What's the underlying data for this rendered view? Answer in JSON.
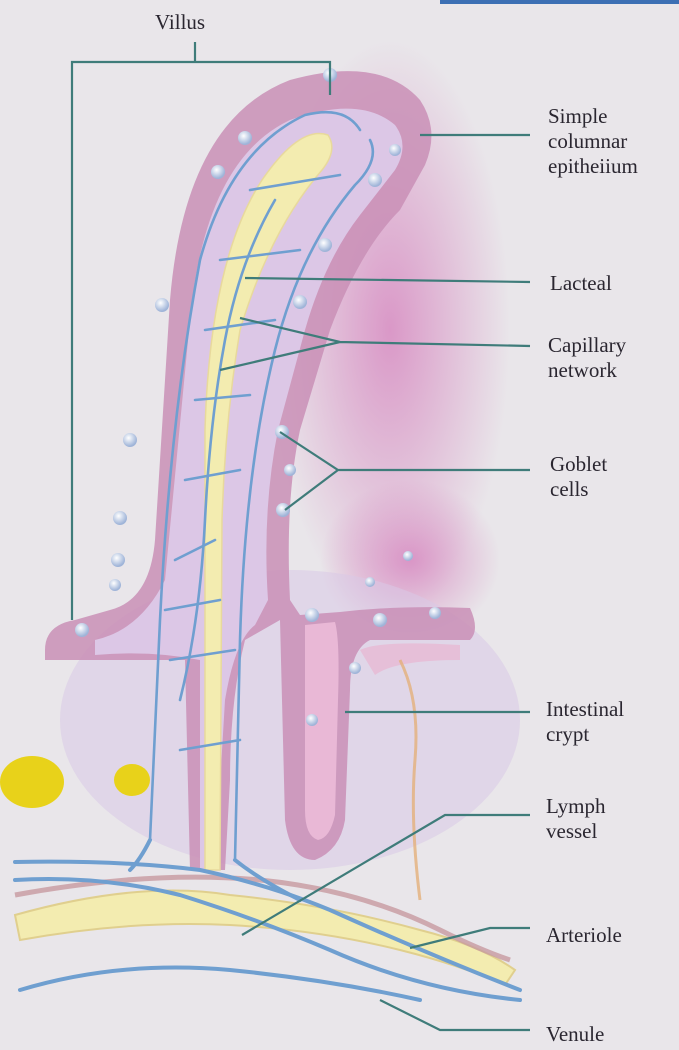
{
  "diagram": {
    "labels": {
      "villus": "Villus",
      "simple_columnar_epithelium": [
        "Simple",
        "columnar",
        "epitheiium"
      ],
      "lacteal": "Lacteal",
      "capillary_network": [
        "Capillary",
        "network"
      ],
      "goblet_cells": [
        "Goblet",
        "cells"
      ],
      "intestinal_crypt": [
        "Intestinal",
        "crypt"
      ],
      "lymph_vessel": [
        "Lymph",
        "vessel"
      ],
      "arteriole": "Arteriole",
      "venule": "Venule"
    },
    "colors": {
      "background": "#e9e6ea",
      "epithelium": "#c98fb6",
      "tissue": "#d7a9cf",
      "capillary": "#6f9fd0",
      "lacteal": "#f3ecb0",
      "leader_line": "#3f7c7a",
      "yellow_spot": "#e8d21a"
    }
  }
}
